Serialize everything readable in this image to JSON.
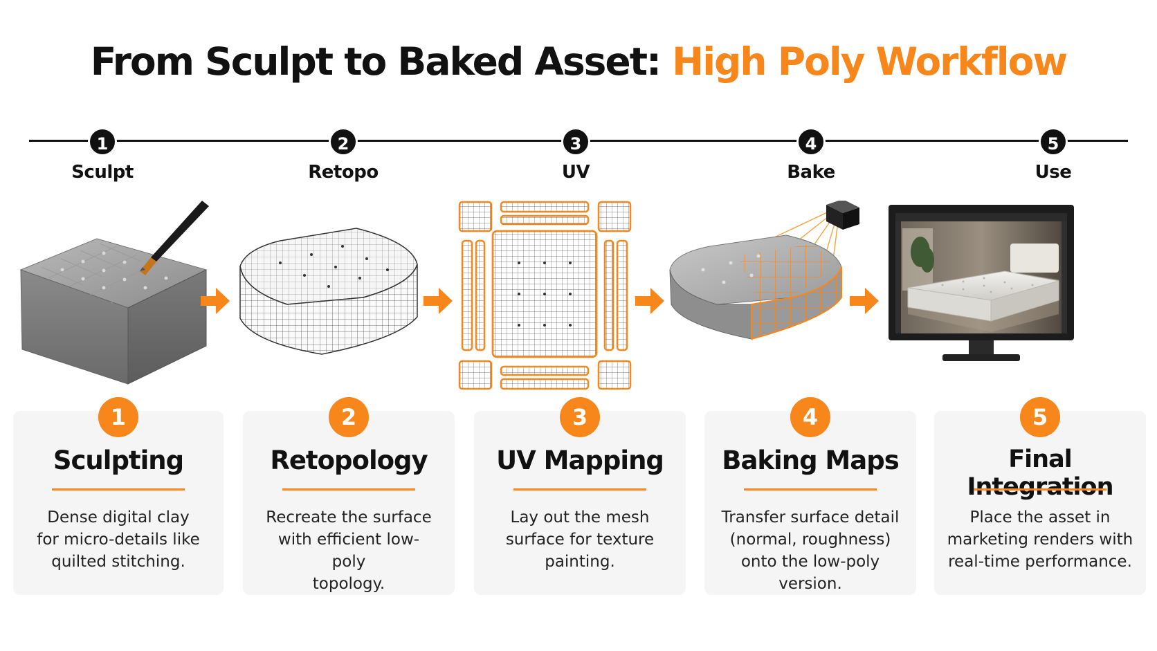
{
  "title": {
    "main": "From Sculpt to Baked Asset: ",
    "accent": "High Poly Workflow"
  },
  "colors": {
    "accent": "#f7861b",
    "dark": "#111111",
    "card_bg": "#f5f5f5"
  },
  "timeline": [
    {
      "num": "1",
      "label": "Sculpt"
    },
    {
      "num": "2",
      "label": "Retopo"
    },
    {
      "num": "3",
      "label": "UV"
    },
    {
      "num": "4",
      "label": "Bake"
    },
    {
      "num": "5",
      "label": "Use"
    }
  ],
  "illustrations": [
    {
      "name": "sculpted-mattress-with-sculpting-pen"
    },
    {
      "name": "wireframe-retopology-mattress"
    },
    {
      "name": "uv-unwrapped-mattress-layout"
    },
    {
      "name": "mattress-baking-with-projection-cube"
    },
    {
      "name": "monitor-showing-rendered-mattress"
    }
  ],
  "cards": [
    {
      "num": "1",
      "title": "Sculpting",
      "desc": [
        "Dense digital clay",
        "for micro-details like",
        "quilted stitching."
      ]
    },
    {
      "num": "2",
      "title": "Retopology",
      "desc": [
        "Recreate the surface",
        "with efficient low-poly",
        "topology."
      ]
    },
    {
      "num": "3",
      "title": "UV Mapping",
      "desc": [
        "Lay out the mesh",
        "surface for texture",
        "painting."
      ]
    },
    {
      "num": "4",
      "title": "Baking Maps",
      "desc": [
        "Transfer surface detail",
        "(normal, roughness)",
        "onto the low-poly version."
      ]
    },
    {
      "num": "5",
      "title": "Final Integration",
      "desc": [
        "Place the asset in",
        "marketing renders with",
        "real-time performance."
      ]
    }
  ]
}
